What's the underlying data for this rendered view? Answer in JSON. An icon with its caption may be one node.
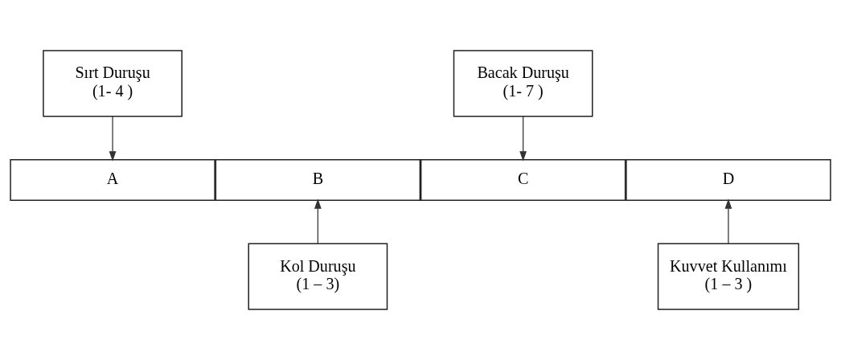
{
  "diagram": {
    "nodes": [
      {
        "text": [
          "Sırt Duruşu",
          "(1- 4 )"
        ]
      },
      {
        "text": [
          "Bacak Duruşu",
          "(1- 7 )"
        ]
      },
      {
        "text": [
          "A"
        ]
      },
      {
        "text": [
          "B"
        ]
      },
      {
        "text": [
          "C"
        ]
      },
      {
        "text": [
          "D"
        ]
      },
      {
        "text": [
          "Kol Duruşu",
          "(1 – 3)"
        ]
      },
      {
        "text": [
          "Kuvvet Kullanımı",
          "(1 – 3 )"
        ]
      }
    ],
    "edges": [
      {
        "from": 0,
        "to": 2,
        "arrow": "to"
      },
      {
        "from": 1,
        "to": 4,
        "arrow": "to"
      },
      {
        "from": 6,
        "to": 3,
        "arrow": "to"
      },
      {
        "from": 7,
        "to": 5,
        "arrow": "to"
      }
    ]
  }
}
